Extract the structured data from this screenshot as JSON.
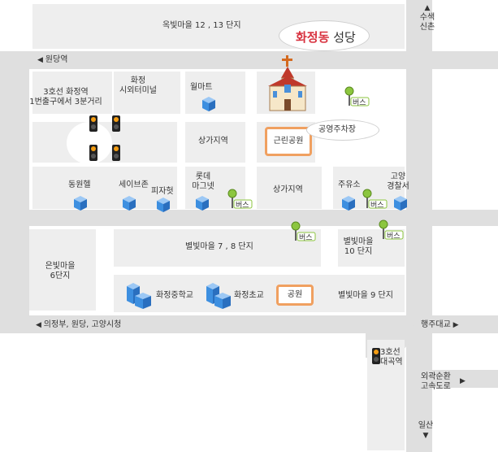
{
  "title": {
    "highlight": "화정동",
    "rest": "성당"
  },
  "directions": {
    "top_right": "수색\n신촌",
    "left_top": "원당역",
    "left_bottom": "의정부, 원당, 고양시청",
    "right_bottom": "행주대교",
    "right_lower": "외곽순환\n고속도로",
    "bottom": "일산"
  },
  "areas": {
    "okbit_12_13": "옥빛마을 12 , 13 단지",
    "hwajeong_terminal": "화정\n시외터미널",
    "walmart": "월마트",
    "subway_exit": "3호선 화정역\n1번출구에서 3분거리",
    "commercial_1": "상가지역",
    "commercial_2": "상가지역",
    "neighborhood_park": "근린공원",
    "public_parking": "공영주차장",
    "dongbang": "동원헬",
    "safeway": "세이브존",
    "pizzahut": "피자헛",
    "lotte_magnet": "롯데\n마그넷",
    "gas_station": "주유소",
    "goyang_police": "고양\n경찰서",
    "byeolbit_7_8": "별빛마을 7 , 8 단지",
    "byeolbit_10": "별빛마을\n10 단지",
    "eunbit_6": "은빛마을\n6단지",
    "hwajeong_middle": "화정중학교",
    "hwajeong_elementary": "화정초교",
    "park": "공원",
    "byeolbit_9": "별빛마을 9 단지",
    "daegok_station": "3호선\n대곡역"
  },
  "bus_label": "버스",
  "colors": {
    "road": "#dfdfdf",
    "block": "#eeeeee",
    "accent_red": "#d8323f",
    "park_border": "#f0a060",
    "cube_blue": "#3d8fe0",
    "bus_pin": "#8cc63f"
  }
}
